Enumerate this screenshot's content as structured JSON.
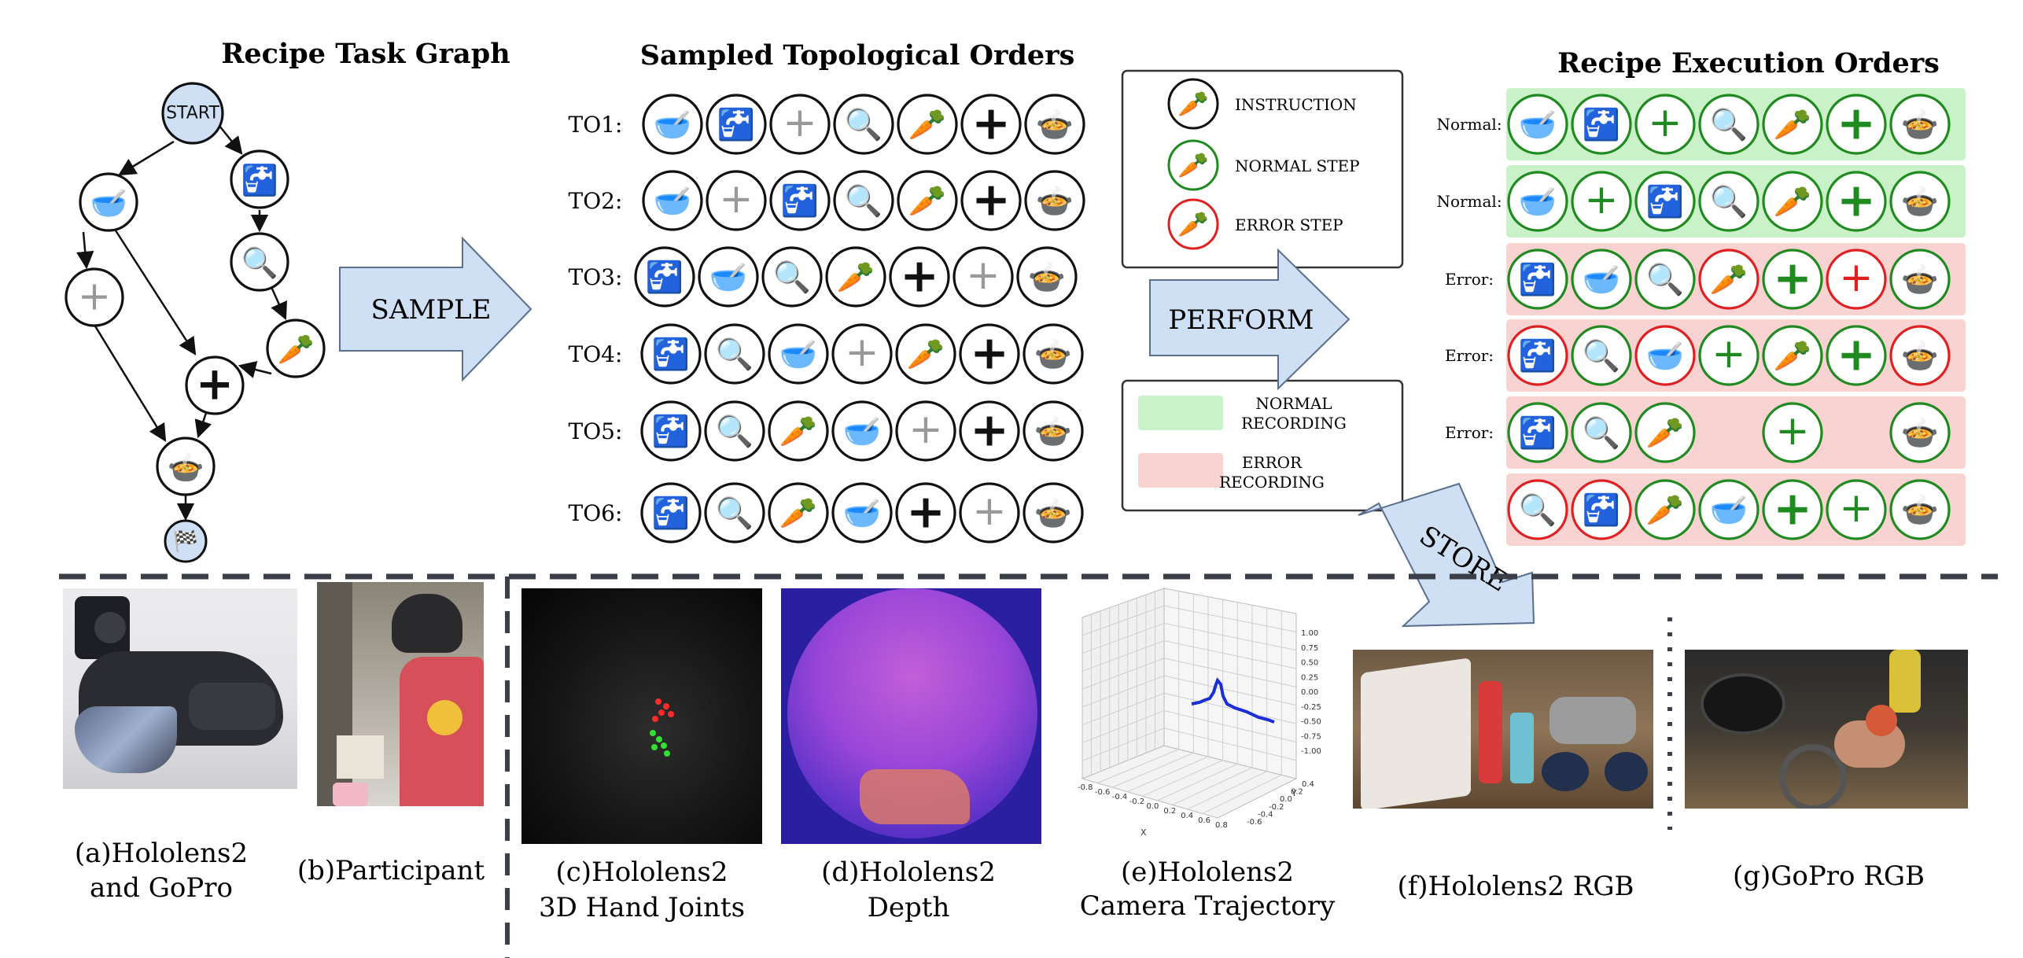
{
  "titles": {
    "task_graph": "Recipe Task Graph",
    "sampled_orders": "Sampled Topological Orders",
    "execution_orders": "Recipe Execution Orders"
  },
  "graph": {
    "start_label": "START"
  },
  "arrows": {
    "sample": "SAMPLE",
    "perform": "PERFORM",
    "store": "STORE"
  },
  "legend_steps": {
    "instruction": "INSTRUCTION",
    "normal": "NORMAL STEP",
    "error": "ERROR STEP"
  },
  "legend_recording": {
    "normal_line1": "NORMAL",
    "normal_line2": "RECORDING",
    "error_line1": "ERROR",
    "error_line2": "RECORDING"
  },
  "colors": {
    "normal_bg": "#c9f2c9",
    "error_bg": "#f9d2d2",
    "normal_ink": "#1f8a1f",
    "error_ink": "#e02020",
    "arrow_fill": "#cfe0f5",
    "arrow_stroke": "#5a6f8e",
    "divider": "#3a3f4a"
  },
  "icon_glyphs": {
    "whisk-bowl-icon": "🥣",
    "faucet-veggies-icon": "🚰",
    "plus-light-icon": "+",
    "plus-bold-icon": "+",
    "peeler-icon": "🔍",
    "carrot-knife-icon": "🥕",
    "stir-bowl-icon": "🍲",
    "finish-flag-icon": "🏁"
  },
  "topological_orders": [
    {
      "label": "TO1:",
      "steps": [
        "whisk-bowl-icon",
        "faucet-veggies-icon",
        "plus-light-icon",
        "peeler-icon",
        "carrot-knife-icon",
        "plus-bold-icon",
        "stir-bowl-icon"
      ]
    },
    {
      "label": "TO2:",
      "steps": [
        "whisk-bowl-icon",
        "plus-light-icon",
        "faucet-veggies-icon",
        "peeler-icon",
        "carrot-knife-icon",
        "plus-bold-icon",
        "stir-bowl-icon"
      ]
    },
    {
      "label": "TO3:",
      "steps": [
        "faucet-veggies-icon",
        "whisk-bowl-icon",
        "peeler-icon",
        "carrot-knife-icon",
        "plus-bold-icon",
        "plus-light-icon",
        "stir-bowl-icon"
      ]
    },
    {
      "label": "TO4:",
      "steps": [
        "faucet-veggies-icon",
        "peeler-icon",
        "whisk-bowl-icon",
        "plus-light-icon",
        "carrot-knife-icon",
        "plus-bold-icon",
        "stir-bowl-icon"
      ]
    },
    {
      "label": "TO5:",
      "steps": [
        "faucet-veggies-icon",
        "peeler-icon",
        "carrot-knife-icon",
        "whisk-bowl-icon",
        "plus-light-icon",
        "plus-bold-icon",
        "stir-bowl-icon"
      ]
    },
    {
      "label": "TO6:",
      "steps": [
        "faucet-veggies-icon",
        "peeler-icon",
        "carrot-knife-icon",
        "whisk-bowl-icon",
        "plus-bold-icon",
        "plus-light-icon",
        "stir-bowl-icon"
      ]
    }
  ],
  "execution_orders": [
    {
      "label": "Normal:",
      "status": "normal",
      "steps": [
        {
          "icon": "whisk-bowl-icon",
          "state": "ok"
        },
        {
          "icon": "faucet-veggies-icon",
          "state": "ok"
        },
        {
          "icon": "plus-light-icon",
          "state": "ok"
        },
        {
          "icon": "peeler-icon",
          "state": "ok"
        },
        {
          "icon": "carrot-knife-icon",
          "state": "ok"
        },
        {
          "icon": "plus-bold-icon",
          "state": "ok"
        },
        {
          "icon": "stir-bowl-icon",
          "state": "ok"
        }
      ]
    },
    {
      "label": "Normal:",
      "status": "normal",
      "steps": [
        {
          "icon": "whisk-bowl-icon",
          "state": "ok"
        },
        {
          "icon": "plus-light-icon",
          "state": "ok"
        },
        {
          "icon": "faucet-veggies-icon",
          "state": "ok"
        },
        {
          "icon": "peeler-icon",
          "state": "ok"
        },
        {
          "icon": "carrot-knife-icon",
          "state": "ok"
        },
        {
          "icon": "plus-bold-icon",
          "state": "ok"
        },
        {
          "icon": "stir-bowl-icon",
          "state": "ok"
        }
      ]
    },
    {
      "label": "Error:",
      "status": "error",
      "steps": [
        {
          "icon": "faucet-veggies-icon",
          "state": "ok"
        },
        {
          "icon": "whisk-bowl-icon",
          "state": "ok"
        },
        {
          "icon": "peeler-icon",
          "state": "ok"
        },
        {
          "icon": "carrot-knife-icon",
          "state": "err"
        },
        {
          "icon": "plus-bold-icon",
          "state": "ok"
        },
        {
          "icon": "plus-light-icon",
          "state": "err"
        },
        {
          "icon": "stir-bowl-icon",
          "state": "ok"
        }
      ]
    },
    {
      "label": "Error:",
      "status": "error",
      "steps": [
        {
          "icon": "faucet-veggies-icon",
          "state": "err"
        },
        {
          "icon": "peeler-icon",
          "state": "ok"
        },
        {
          "icon": "whisk-bowl-icon",
          "state": "err"
        },
        {
          "icon": "plus-light-icon",
          "state": "ok"
        },
        {
          "icon": "carrot-knife-icon",
          "state": "ok"
        },
        {
          "icon": "plus-bold-icon",
          "state": "ok"
        },
        {
          "icon": "stir-bowl-icon",
          "state": "err"
        }
      ]
    },
    {
      "label": "Error:",
      "status": "error",
      "steps": [
        {
          "icon": "faucet-veggies-icon",
          "state": "ok"
        },
        {
          "icon": "peeler-icon",
          "state": "ok"
        },
        {
          "icon": "carrot-knife-icon",
          "state": "ok"
        },
        {
          "icon": "",
          "state": "none"
        },
        {
          "icon": "plus-light-icon",
          "state": "ok"
        },
        {
          "icon": "",
          "state": "none"
        },
        {
          "icon": "stir-bowl-icon",
          "state": "ok"
        }
      ]
    },
    {
      "label": "",
      "status": "error",
      "steps": [
        {
          "icon": "peeler-icon",
          "state": "err"
        },
        {
          "icon": "faucet-veggies-icon",
          "state": "err"
        },
        {
          "icon": "carrot-knife-icon",
          "state": "ok"
        },
        {
          "icon": "whisk-bowl-icon",
          "state": "ok"
        },
        {
          "icon": "plus-bold-icon",
          "state": "ok"
        },
        {
          "icon": "plus-light-icon",
          "state": "ok"
        },
        {
          "icon": "stir-bowl-icon",
          "state": "ok"
        }
      ]
    }
  ],
  "captions": {
    "a_line1": "(a)Hololens2",
    "a_line2": "and GoPro",
    "b": "(b)Participant",
    "c_line1": "(c)Hololens2",
    "c_line2": "3D Hand Joints",
    "d_line1": "(d)Hololens2",
    "d_line2": "Depth",
    "e_line1": "(e)Hololens2",
    "e_line2": "Camera Trajectory",
    "f": "(f)Hololens2 RGB",
    "g": "(g)GoPro RGB"
  },
  "trajectory_axes": {
    "x_label": "X",
    "y_label": "Y",
    "x_ticks": [
      "-0.8",
      "-0.6",
      "-0.4",
      "-0.2",
      "0.0",
      "0.2",
      "0.4",
      "0.6",
      "0.8"
    ],
    "y_ticks": [
      "-0.6",
      "-0.4",
      "-0.2",
      "0.0",
      "0.2",
      "0.4"
    ],
    "z_ticks": [
      "1.00",
      "0.75",
      "0.50",
      "0.25",
      "0.00",
      "-0.25",
      "-0.50",
      "-0.75",
      "-1.00"
    ]
  }
}
